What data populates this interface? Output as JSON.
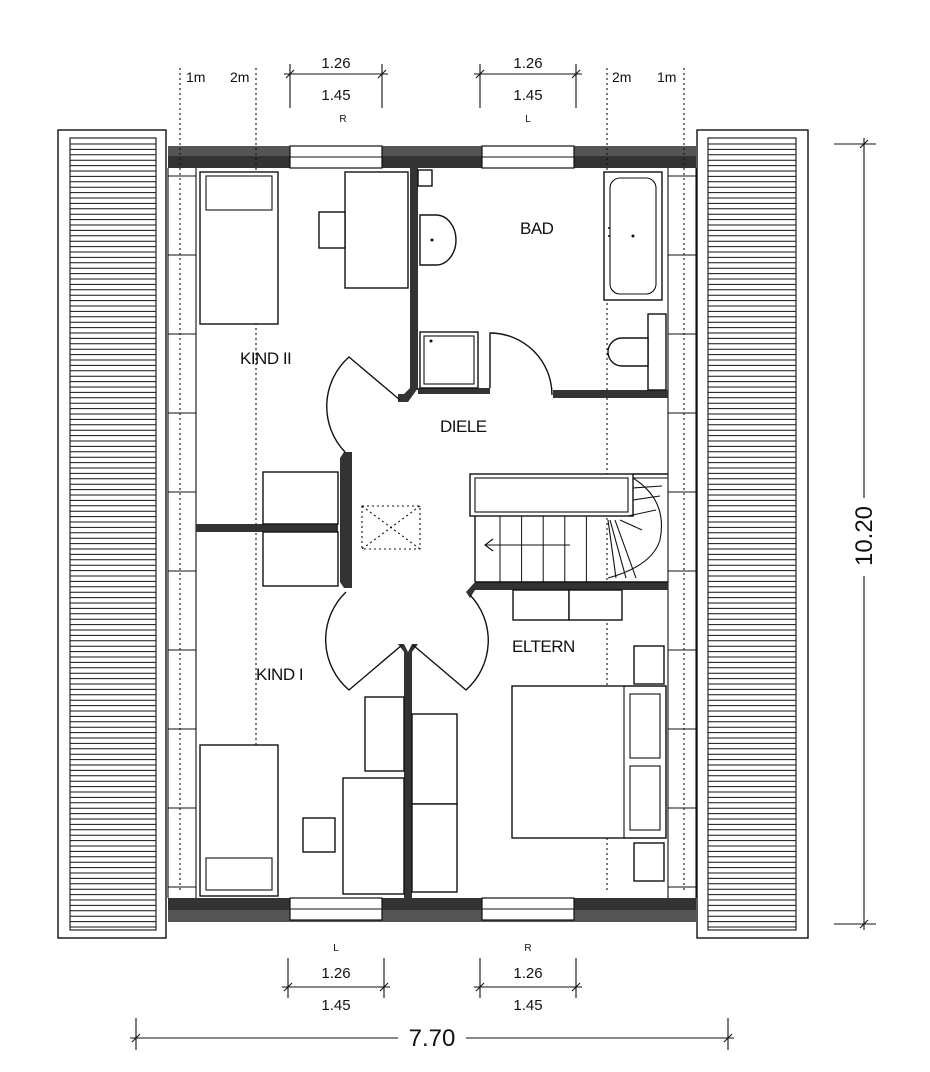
{
  "rooms": {
    "bad": "BAD",
    "kind2": "KIND II",
    "diele": "DIELE",
    "kind1": "KIND I",
    "eltern": "ELTERN"
  },
  "top_dims": {
    "left_1m": "1m",
    "left_2m": "2m",
    "right_2m": "2m",
    "right_1m": "1m",
    "win1": {
      "upper": "1.26",
      "lower": "1.45",
      "hand": "R"
    },
    "win2": {
      "upper": "1.26",
      "lower": "1.45",
      "hand": "L"
    }
  },
  "bottom_dims": {
    "win1": {
      "upper": "1.26",
      "lower": "1.45",
      "hand": "L"
    },
    "win2": {
      "upper": "1.26",
      "lower": "1.45",
      "hand": "R"
    }
  },
  "overall": {
    "width": "7.70",
    "depth": "10.20"
  }
}
